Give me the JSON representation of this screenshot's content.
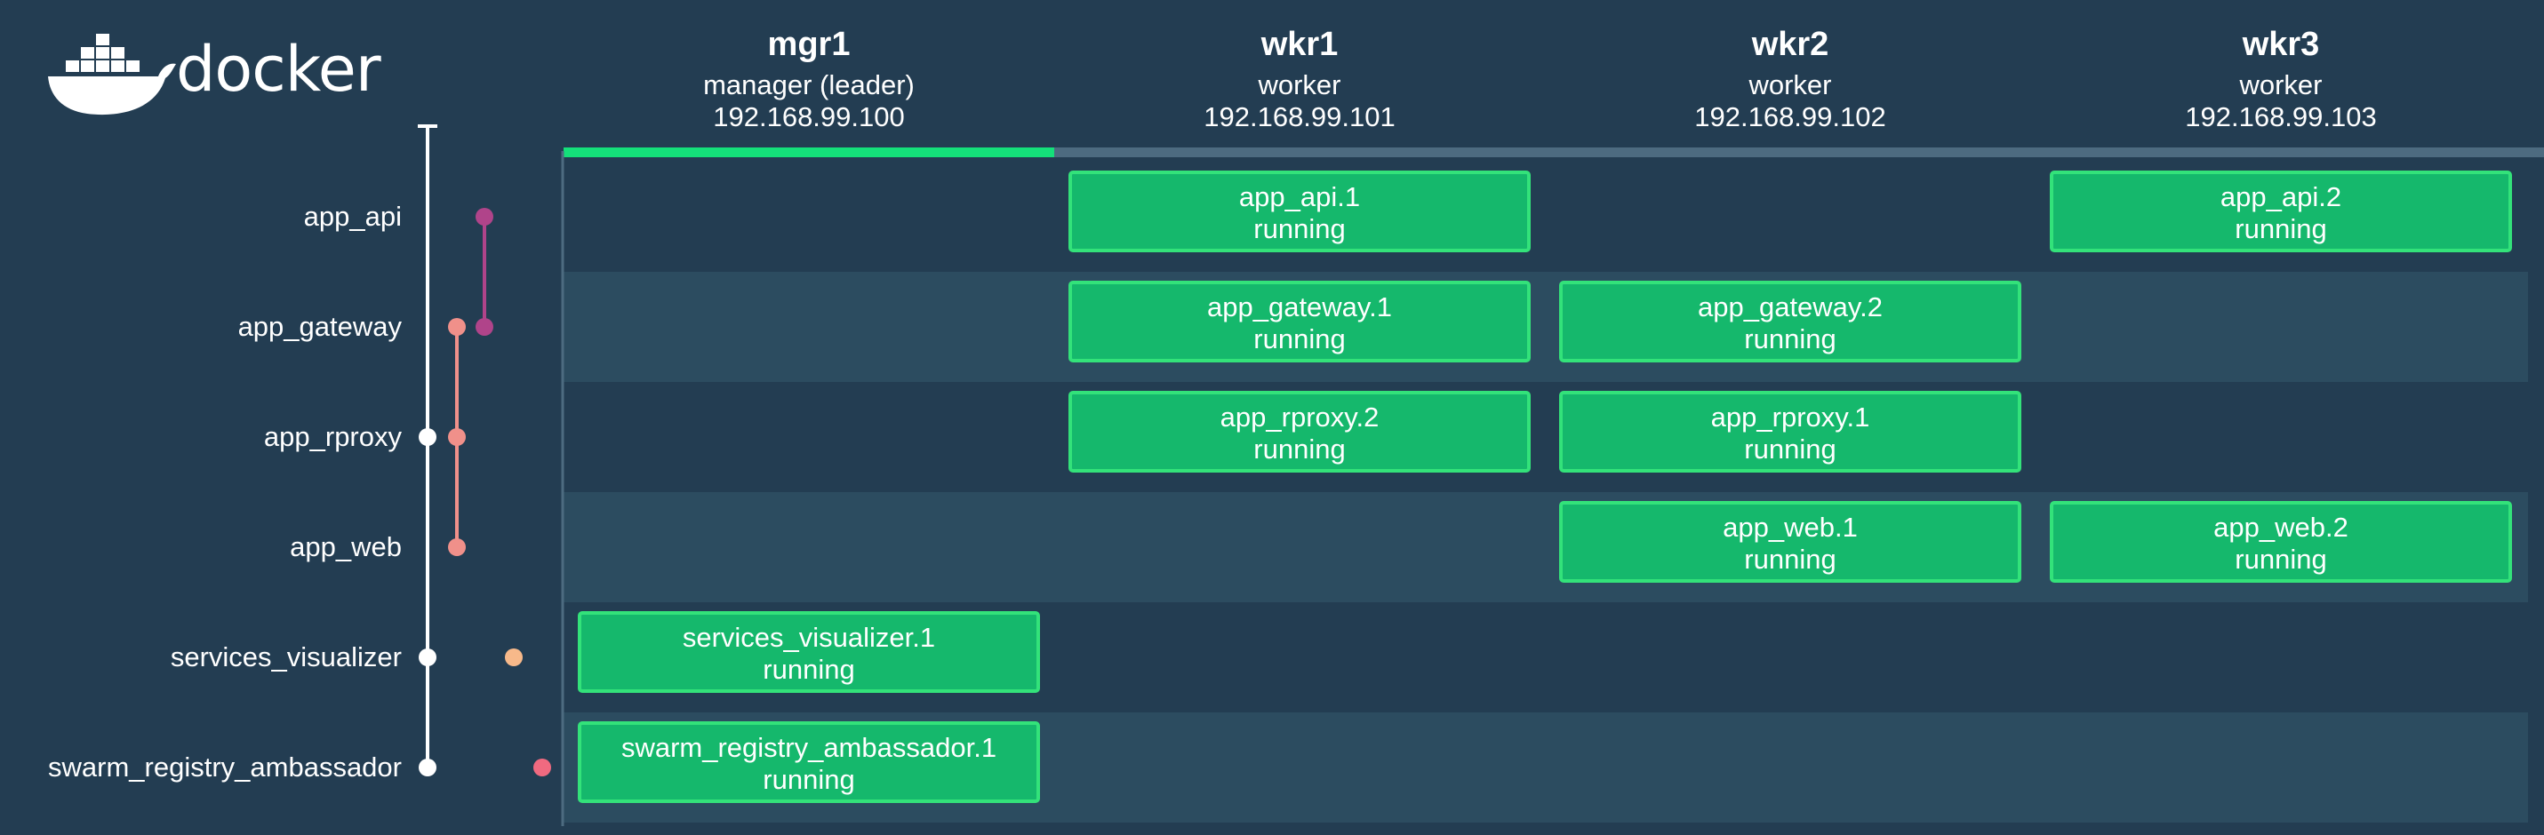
{
  "brand": {
    "logo_text": "docker",
    "logo_icon": "docker-whale-icon",
    "color": "#ffffff"
  },
  "colors": {
    "background": "#233d52",
    "row_alt": "#2c4c60",
    "task_fill": "#15b86c",
    "task_border": "#33e27a",
    "node_bar_active": "#14e07a",
    "node_bar": "#4d6b80"
  },
  "nodes": [
    {
      "name": "mgr1",
      "role": "manager (leader)",
      "ip": "192.168.99.100",
      "active": true
    },
    {
      "name": "wkr1",
      "role": "worker",
      "ip": "192.168.99.101",
      "active": false
    },
    {
      "name": "wkr2",
      "role": "worker",
      "ip": "192.168.99.102",
      "active": false
    },
    {
      "name": "wkr3",
      "role": "worker",
      "ip": "192.168.99.103",
      "active": false
    }
  ],
  "services": [
    {
      "name": "app_api"
    },
    {
      "name": "app_gateway"
    },
    {
      "name": "app_rproxy"
    },
    {
      "name": "app_web"
    },
    {
      "name": "services_visualizer"
    },
    {
      "name": "swarm_registry_ambassador"
    }
  ],
  "tasks": [
    {
      "service": "app_api",
      "node": "wkr1",
      "name": "app_api.1",
      "state": "running"
    },
    {
      "service": "app_api",
      "node": "wkr3",
      "name": "app_api.2",
      "state": "running"
    },
    {
      "service": "app_gateway",
      "node": "wkr1",
      "name": "app_gateway.1",
      "state": "running"
    },
    {
      "service": "app_gateway",
      "node": "wkr2",
      "name": "app_gateway.2",
      "state": "running"
    },
    {
      "service": "app_rproxy",
      "node": "wkr1",
      "name": "app_rproxy.2",
      "state": "running"
    },
    {
      "service": "app_rproxy",
      "node": "wkr2",
      "name": "app_rproxy.1",
      "state": "running"
    },
    {
      "service": "app_web",
      "node": "wkr2",
      "name": "app_web.1",
      "state": "running"
    },
    {
      "service": "app_web",
      "node": "wkr3",
      "name": "app_web.2",
      "state": "running"
    },
    {
      "service": "services_visualizer",
      "node": "mgr1",
      "name": "services_visualizer.1",
      "state": "running"
    },
    {
      "service": "swarm_registry_ambassador",
      "node": "mgr1",
      "name": "swarm_registry_ambassador.1",
      "state": "running"
    }
  ],
  "networks": [
    {
      "color": "#ffffff",
      "services": [
        "app_rproxy",
        "services_visualizer",
        "swarm_registry_ambassador"
      ],
      "has_top_cap": true
    },
    {
      "color": "#f0908a",
      "services": [
        "app_gateway",
        "app_rproxy",
        "app_web"
      ]
    },
    {
      "color": "#b0448a",
      "services": [
        "app_api",
        "app_gateway"
      ]
    },
    {
      "color": "#f7b98a",
      "services": [
        "services_visualizer"
      ]
    },
    {
      "color": "#f06a80",
      "services": [
        "swarm_registry_ambassador"
      ]
    }
  ]
}
